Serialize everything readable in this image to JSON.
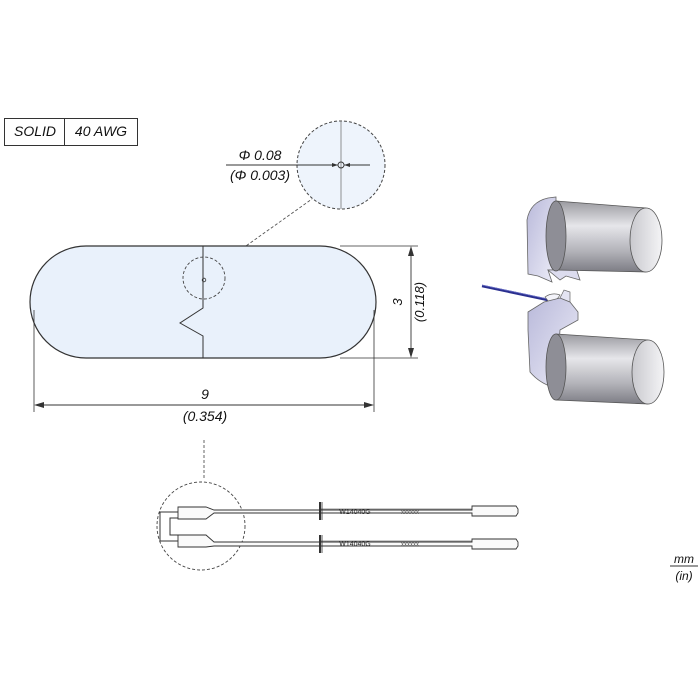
{
  "spec_box": {
    "left": "SOLID",
    "right": "40 AWG"
  },
  "detail_dim": {
    "mm": "Φ 0.08",
    "in": "(Φ 0.003)"
  },
  "height_dim": {
    "mm": "3",
    "in": "(0.118)"
  },
  "width_dim": {
    "mm": "9",
    "in": "(0.354)"
  },
  "cartridge_labels": {
    "model": "W14040G",
    "code": "xxxxxx"
  },
  "units": {
    "top": "mm",
    "bottom": "(in)"
  },
  "colors": {
    "tip_fill": "#e9f1fb",
    "outline": "#333333",
    "wire": "#2a2f8f",
    "handle": "#c8c8cc",
    "bracket": "#d8d8ec"
  }
}
